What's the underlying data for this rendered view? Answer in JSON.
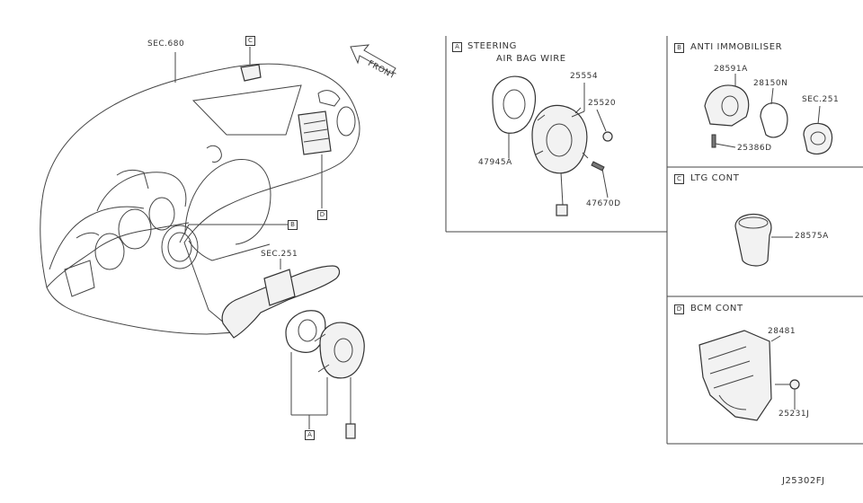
{
  "overview": {
    "sec_label_top": "SEC.680",
    "sec_label_mid": "SEC.251",
    "front_label": "FRONT",
    "callouts": [
      "C",
      "B",
      "D",
      "A"
    ]
  },
  "panels": {
    "a": {
      "letter": "A",
      "title_line1": "STEERING",
      "title_line2": "AIR BAG WIRE",
      "parts": {
        "p1": "25554",
        "p2": "25520",
        "p3": "47945A",
        "p4": "47670D"
      }
    },
    "b": {
      "letter": "B",
      "title": "ANTI IMMOBILISER",
      "parts": {
        "p1": "28591A",
        "p2": "28150N",
        "p3": "SEC.251",
        "p4": "25386D"
      }
    },
    "c": {
      "letter": "C",
      "title": "LTG CONT",
      "parts": {
        "p1": "28575A"
      }
    },
    "d": {
      "letter": "D",
      "title": "BCM CONT",
      "parts": {
        "p1": "28481",
        "p2": "25231J"
      }
    }
  },
  "diagram_code": "J25302FJ"
}
